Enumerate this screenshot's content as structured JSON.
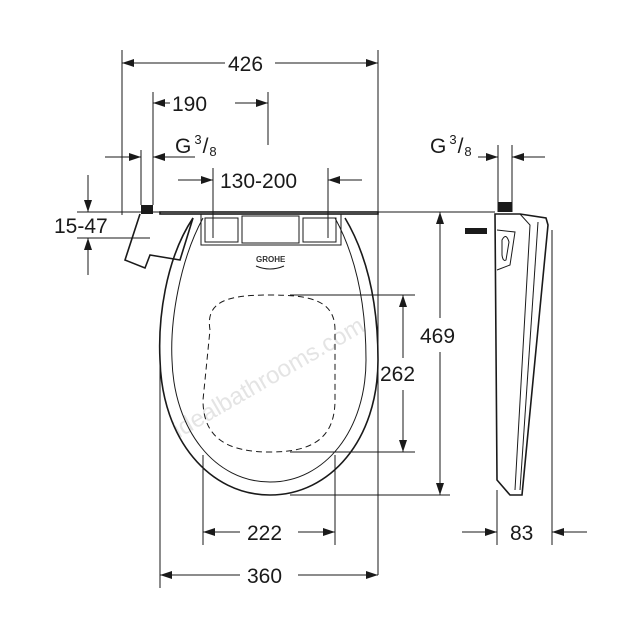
{
  "dimensions": {
    "overall_width": "426",
    "connection_offset": "190",
    "thread_left": {
      "base": "G",
      "num": "3",
      "den": "8"
    },
    "thread_right": {
      "base": "G",
      "num": "3",
      "den": "8"
    },
    "fixing_distance": "130-200",
    "deck_thickness": "15-47",
    "overall_length": "469",
    "opening_length": "262",
    "opening_width": "222",
    "seat_width": "360",
    "side_height": "83"
  },
  "logo": "GROHE",
  "watermark": "idealbathrooms.com"
}
